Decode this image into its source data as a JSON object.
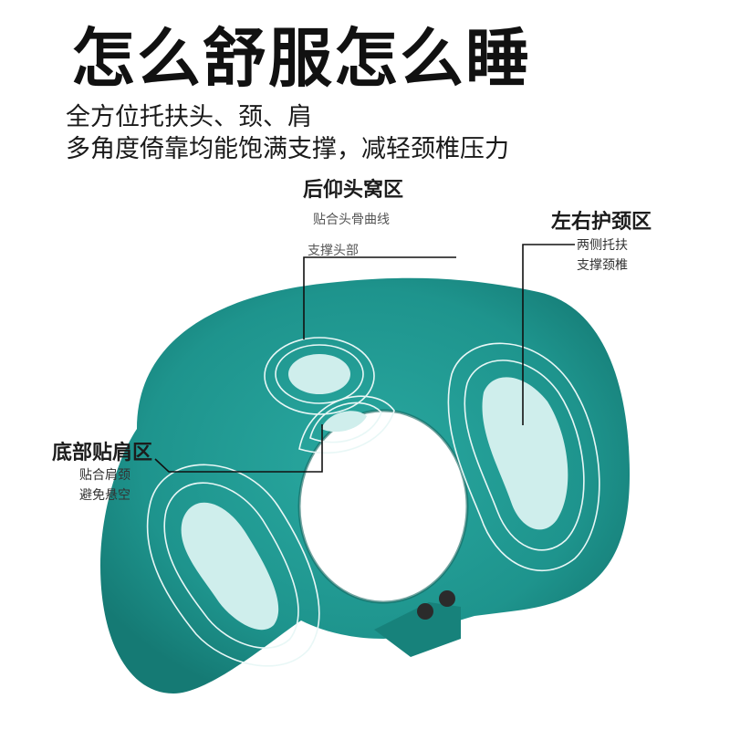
{
  "headline": "怎么舒服怎么睡",
  "subtitle_lines": [
    "全方位托扶头、颈、肩",
    "多角度倚靠均能饱满支撑，减轻颈椎压力"
  ],
  "zones": {
    "back_head": {
      "title": "后仰头窝区",
      "desc": "贴合头骨曲线",
      "note": "支撑头部"
    },
    "side_neck": {
      "title": "左右护颈区",
      "desc_lines": [
        "两侧托扶",
        "支撑颈椎"
      ]
    },
    "bottom_shoulder": {
      "title": "底部贴肩区",
      "desc_lines": [
        "贴合肩颈",
        "避免悬空"
      ]
    }
  },
  "colors": {
    "pillow": "#1e948d",
    "pillow_shadow": "#15706b",
    "pad": "#cfeeec",
    "contour": "#e8f7f6",
    "button": "#2b2b2b"
  }
}
